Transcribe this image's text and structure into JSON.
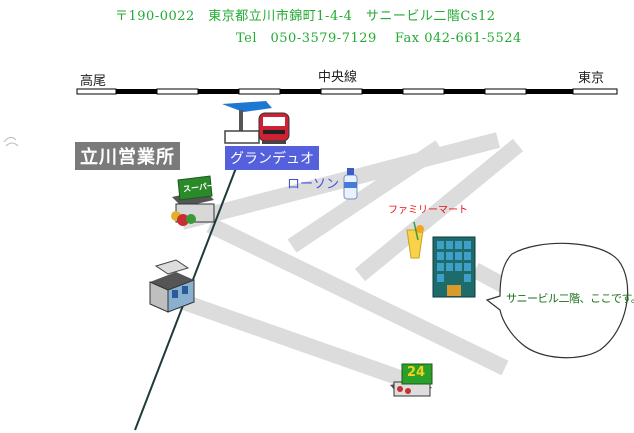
{
  "header": {
    "address_line": "〒190-0022　東京都立川市錦町1-4-4　サニービル二階Cs12",
    "contact_line": "Tel　050-3579-7129　 Fax 042-661-5524"
  },
  "railway": {
    "line_name": "中央線",
    "station_left": "高尾",
    "station_right": "東京"
  },
  "labels": {
    "office": "立川営業所",
    "grandduo": "グランデュオ",
    "lawson": "ローソン",
    "familymart": "ファミリーマート",
    "supermarket_sign": "スーパー",
    "convenience_24": "24"
  },
  "callout": {
    "text": "サニービル二階、ここです。"
  },
  "icons": [
    "train-station-icon",
    "train-icon",
    "supermarket-icon",
    "office-building-icon",
    "water-bottle-icon",
    "juice-glass-icon",
    "sunny-building-icon",
    "convenience-store-24-icon",
    "scribble-mark-icon"
  ],
  "colors": {
    "header_text": "#22aa33",
    "office_label_bg": "#7a7a7a",
    "grandduo_bg": "#5560dd",
    "lawson_text": "#3f52d8",
    "familymart_text": "#ee1111",
    "road": "#dcdcdc",
    "building": "#1e6b6b"
  }
}
